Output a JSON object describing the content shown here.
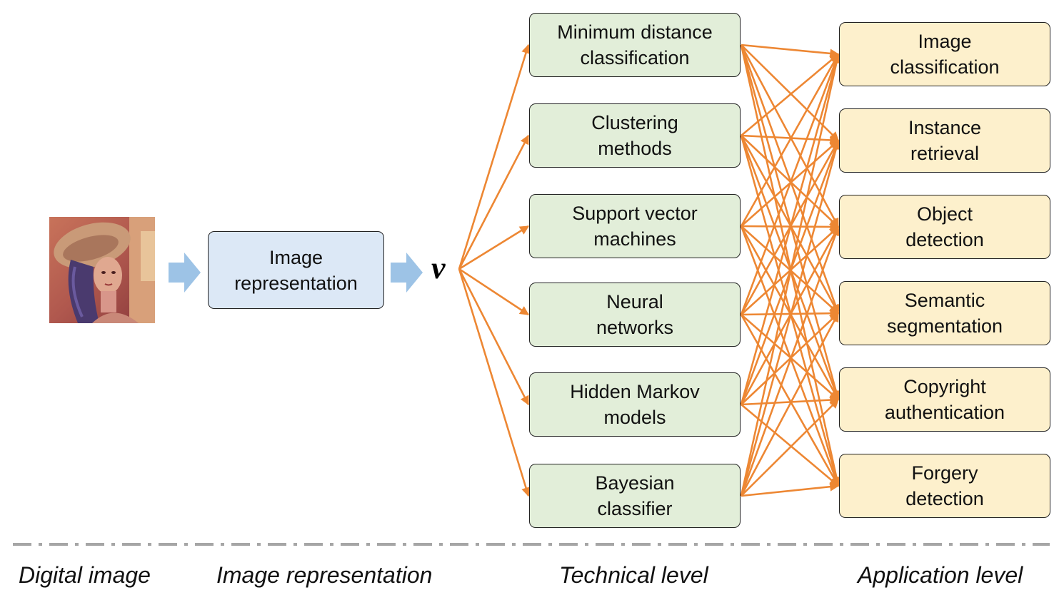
{
  "colors": {
    "arrow": "#ed8733",
    "block_arrow": "#9dc3e6",
    "representation_fill": "#dce8f6",
    "technical_fill": "#e2eed9",
    "application_fill": "#fdf0cc",
    "divider": "#a6a6a6"
  },
  "digital_image": {
    "icon": "portrait-photo"
  },
  "representation_box": {
    "lines": [
      "Image",
      "representation"
    ]
  },
  "vector_symbol": "v",
  "technical_methods": [
    {
      "lines": [
        "Minimum distance",
        "classification"
      ]
    },
    {
      "lines": [
        "Clustering",
        "methods"
      ]
    },
    {
      "lines": [
        "Support vector",
        "machines"
      ]
    },
    {
      "lines": [
        "Neural",
        "networks"
      ]
    },
    {
      "lines": [
        "Hidden Markov",
        "models"
      ]
    },
    {
      "lines": [
        "Bayesian",
        "classifier"
      ]
    }
  ],
  "applications": [
    {
      "lines": [
        "Image",
        "classification"
      ]
    },
    {
      "lines": [
        "Instance",
        "retrieval"
      ]
    },
    {
      "lines": [
        "Object",
        "detection"
      ]
    },
    {
      "lines": [
        "Semantic",
        "segmentation"
      ]
    },
    {
      "lines": [
        "Copyright",
        "authentication"
      ]
    },
    {
      "lines": [
        "Forgery",
        "detection"
      ]
    }
  ],
  "footer_labels": {
    "digital_image": "Digital image",
    "image_representation": "Image representation",
    "technical_level": "Technical level",
    "application_level": "Application level"
  }
}
